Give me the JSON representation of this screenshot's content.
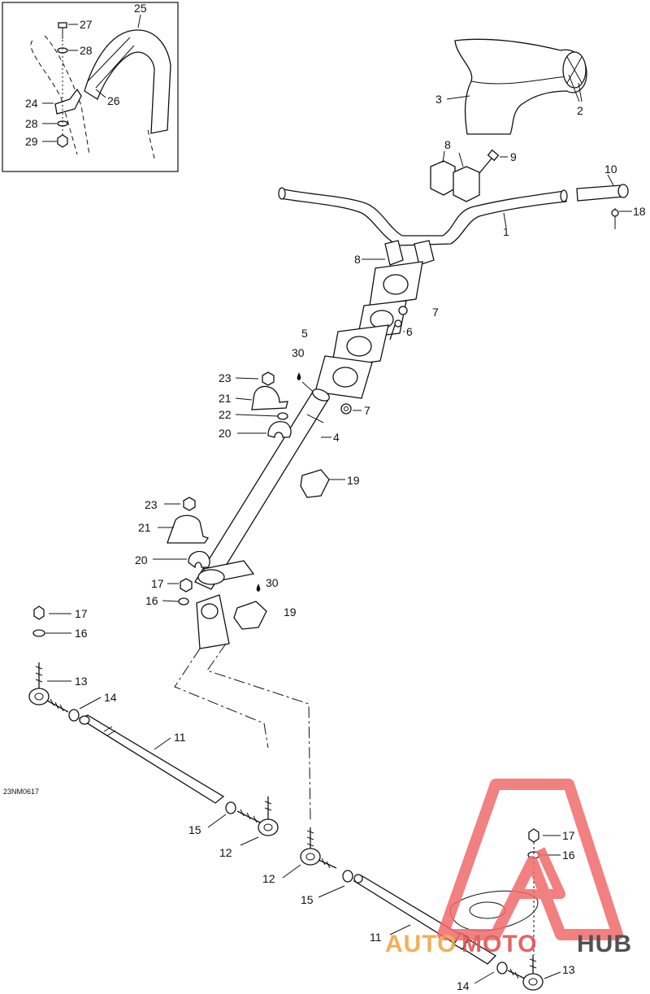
{
  "diagram": {
    "code": "23NM0617",
    "inset_labels": {
      "n25": "25",
      "n26": "26",
      "n27": "27",
      "n28a": "28",
      "n24": "24",
      "n28b": "28",
      "n29": "29"
    },
    "labels": {
      "n1": "1",
      "n2": "2",
      "n3": "3",
      "n5": "5",
      "n6": "6",
      "n7a": "7",
      "n7b": "7",
      "n8a": "8",
      "n8b": "8",
      "n9": "9",
      "n10": "10",
      "n18": "18",
      "n30a": "30",
      "n30b": "30",
      "n4": "4",
      "n23a": "23",
      "n21a": "21",
      "n22": "22",
      "n20a": "20",
      "n19a": "19",
      "n23b": "23",
      "n21b": "21",
      "n20b": "20",
      "n17a": "17",
      "n16a": "16",
      "n19b": "19",
      "n17b": "17",
      "n16b": "16",
      "n13a": "13",
      "n14a": "14",
      "n11a": "11",
      "n15a": "15",
      "n12a": "12",
      "n12b": "12",
      "n15b": "15",
      "n11b": "11",
      "n17c": "17",
      "n16c": "16",
      "n14b": "14",
      "n13b": "13"
    }
  },
  "watermark": {
    "brand_auto": "AUTO",
    "brand_moto": "MOTO",
    "brand_hub": "HUB",
    "colors": {
      "red": "#e14a4a",
      "orange": "#f0a23a",
      "dark": "#333333",
      "triangle": "#f06b6b"
    }
  }
}
